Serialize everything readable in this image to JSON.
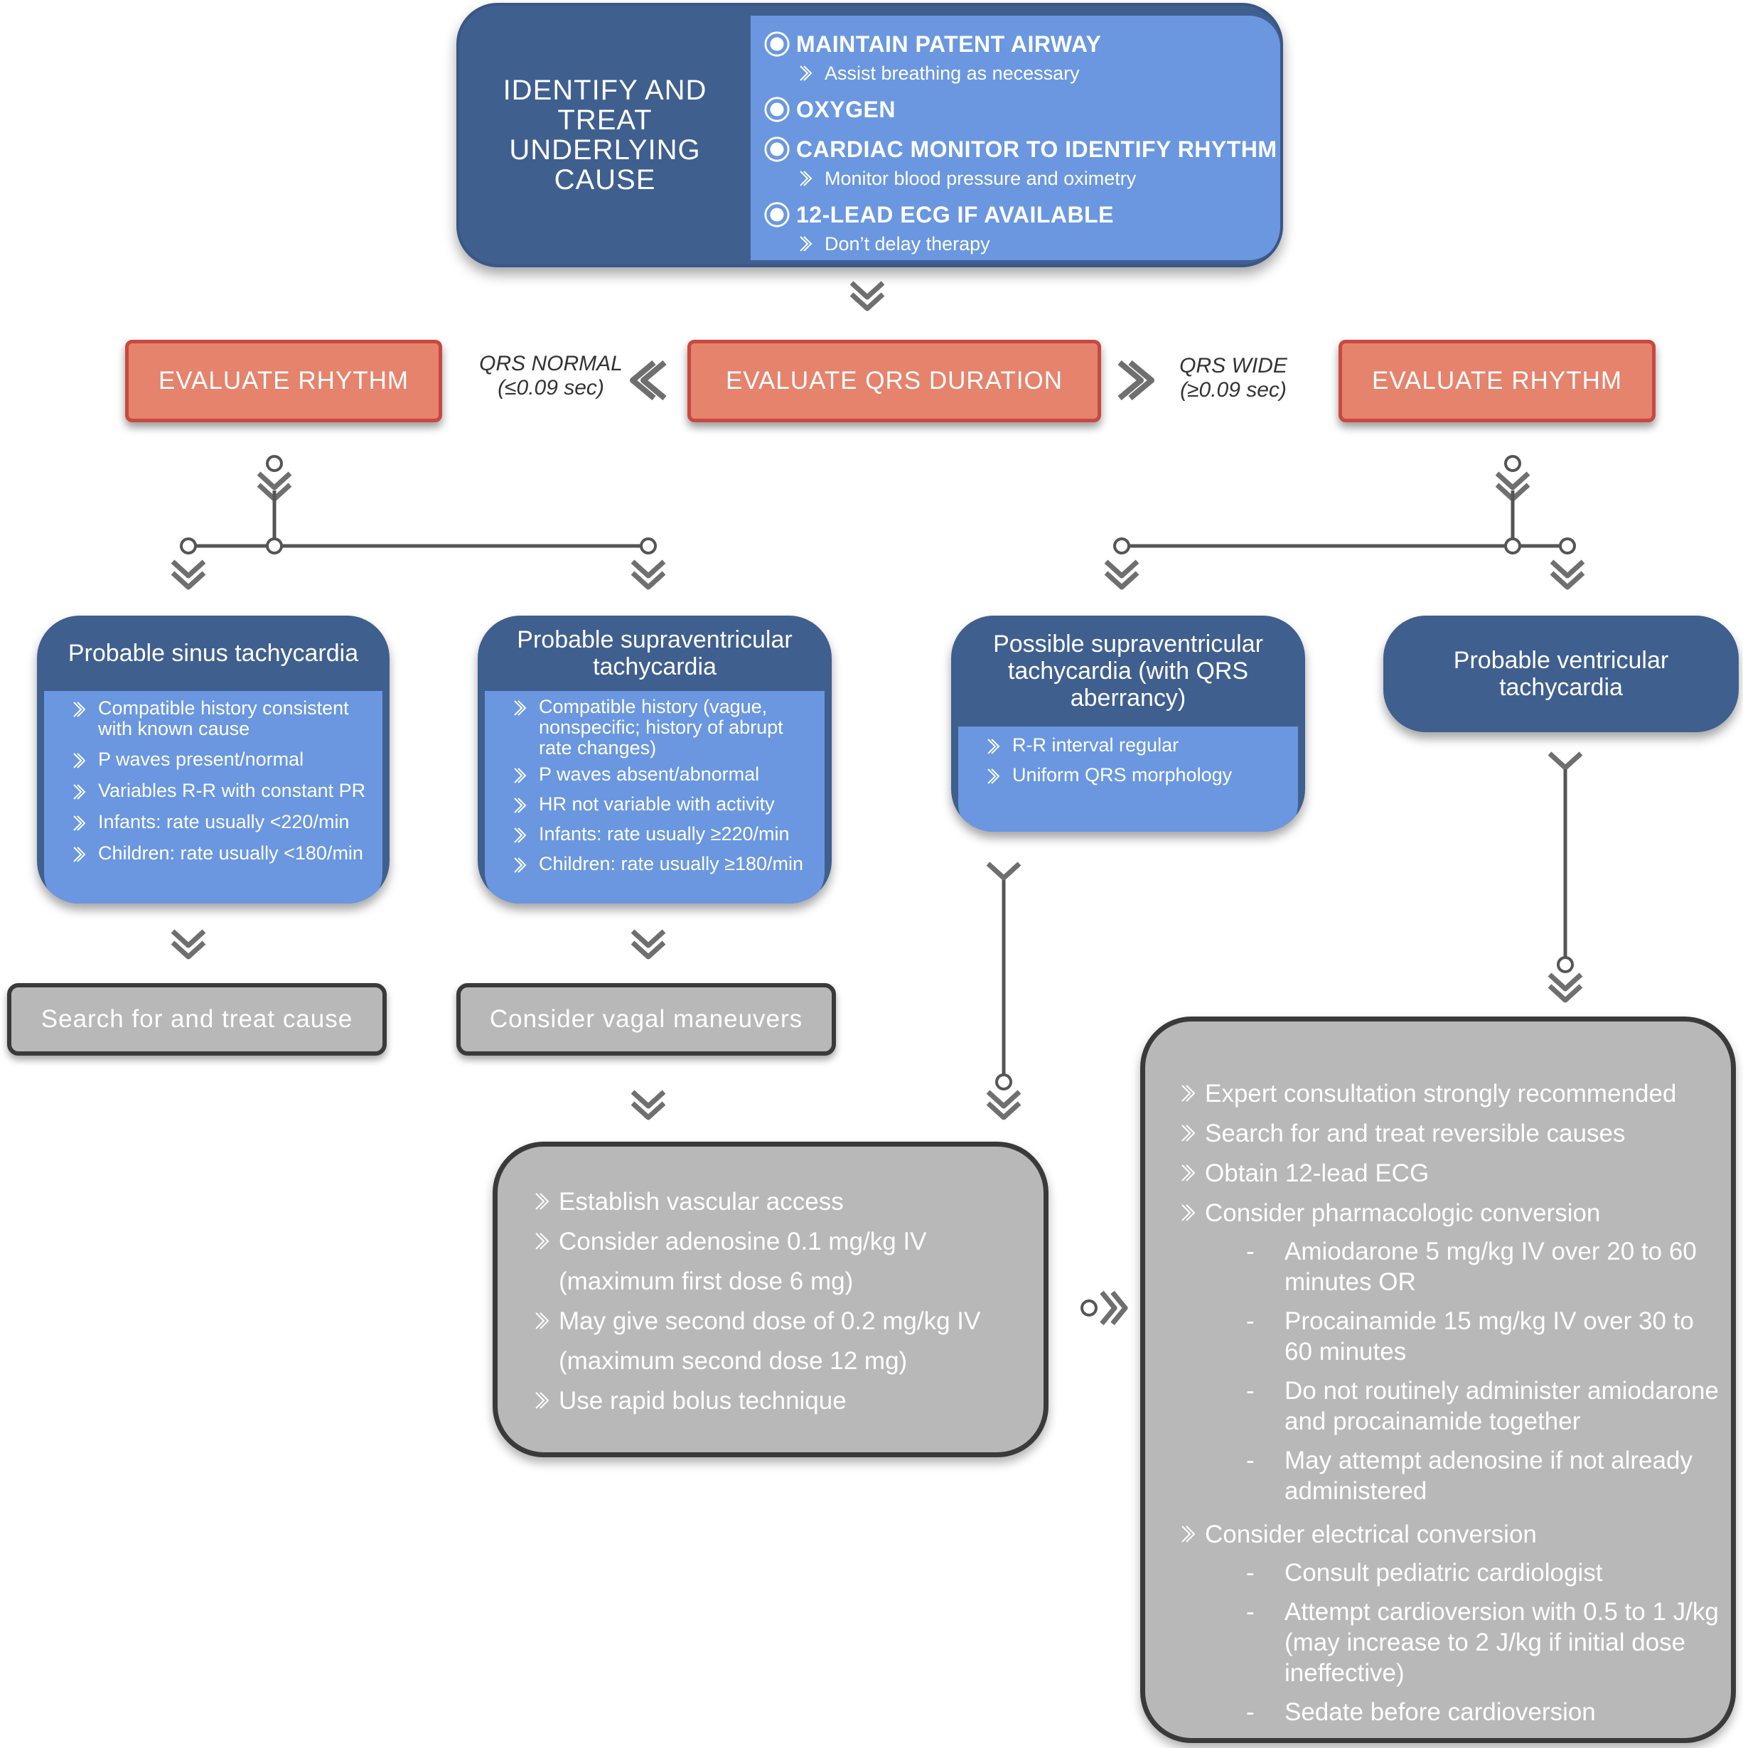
{
  "top": {
    "left_title": [
      "IDENTIFY AND",
      "TREAT",
      "UNDERLYING",
      "CAUSE"
    ],
    "items": [
      {
        "label": "MAINTAIN PATENT AIRWAY",
        "sub": "Assist breathing as necessary"
      },
      {
        "label": "OXYGEN",
        "sub": ""
      },
      {
        "label": "CARDIAC MONITOR TO IDENTIFY RHYTHM",
        "sub": "Monitor blood pressure and oximetry"
      },
      {
        "label": "12-LEAD ECG IF AVAILABLE",
        "sub": "Don’t delay therapy"
      }
    ]
  },
  "evaluate": {
    "left": "EVALUATE RHYTHM",
    "center": "EVALUATE QRS DURATION",
    "right": "EVALUATE RHYTHM"
  },
  "qrs": {
    "normal_line1": "QRS NORMAL",
    "normal_line2": "(≤0.09 sec)",
    "wide_line1": "QRS WIDE",
    "wide_line2": "(≥0.09 sec)"
  },
  "categories": {
    "sinus": {
      "title": "Probable sinus tachycardia",
      "items": [
        "Compatible history consistent with known cause",
        "P waves present/normal",
        "Variables R-R with constant PR",
        "Infants: rate usually <220/min",
        "Children: rate usually <180/min"
      ]
    },
    "svt": {
      "title": "Probable supraventricular tachycardia",
      "items": [
        "Compatible history (vague, nonspecific; history of abrupt rate changes)",
        "P waves absent/abnormal",
        "HR not variable with activity",
        "Infants: rate usually ≥220/min",
        "Children: rate usually ≥180/min"
      ]
    },
    "svt_aberrancy": {
      "title": "Possible supraventricular tachycardia (with QRS aberrancy)",
      "items": [
        "R-R interval regular",
        "Uniform QRS morphology"
      ]
    },
    "vt": {
      "title": "Probable ventricular tachycardia"
    }
  },
  "actions": {
    "search_cause": "Search for and treat cause",
    "vagal": "Consider vagal maneuvers"
  },
  "svt_treatment": {
    "items": [
      {
        "text": "Establish vascular access",
        "cont": ""
      },
      {
        "text": "Consider adenosine 0.1 mg/kg IV",
        "cont": "(maximum first dose 6 mg)"
      },
      {
        "text": "May give second dose of 0.2 mg/kg IV",
        "cont": "(maximum second dose 12 mg)"
      },
      {
        "text": "Use rapid bolus technique",
        "cont": ""
      }
    ]
  },
  "vt_treatment": {
    "items": [
      "Expert consultation strongly recommended",
      "Search for and treat reversible causes",
      "Obtain 12-lead ECG",
      "Consider pharmacologic conversion"
    ],
    "pharm_subitems": [
      "Amiodarone 5 mg/kg IV over 20 to 60 minutes OR",
      "Procainamide 15 mg/kg IV over 30 to 60 minutes",
      "Do not routinely administer amiodarone and procainamide together",
      "May attempt adenosine if not already administered"
    ],
    "electrical": "Consider electrical conversion",
    "electrical_subitems": [
      "Consult pediatric cardiologist",
      "Attempt cardioversion with 0.5 to 1 J/kg (may increase to 2 J/kg if initial dose ineffective)",
      "Sedate before cardioversion"
    ],
    "dash": "-"
  },
  "colors": {
    "dark_blue": "#3f5f8f",
    "light_blue": "#6a97df",
    "salmon": "#e5836d",
    "red_border": "#c9483f",
    "gray": "#b8b8b8",
    "dark_gray": "#3a3a3a"
  }
}
